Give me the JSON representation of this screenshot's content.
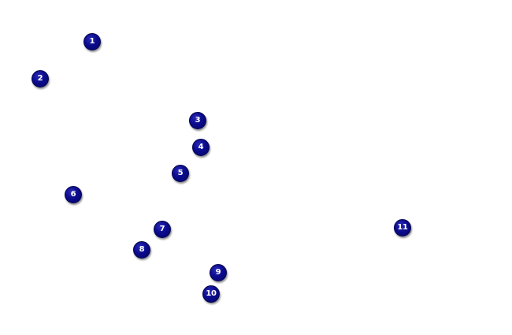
{
  "markers": [
    {
      "label": "1"
    },
    {
      "label": "2"
    },
    {
      "label": "3"
    },
    {
      "label": "4"
    },
    {
      "label": "5"
    },
    {
      "label": "6"
    },
    {
      "label": "7"
    },
    {
      "label": "8"
    },
    {
      "label": "9"
    },
    {
      "label": "10"
    },
    {
      "label": "11"
    }
  ],
  "colors": {
    "marker_fill": "#0b0b8c",
    "marker_text": "#ffffff",
    "background": "#ffffff"
  },
  "icons": {
    "marker": "numbered-circle-pin-icon"
  }
}
